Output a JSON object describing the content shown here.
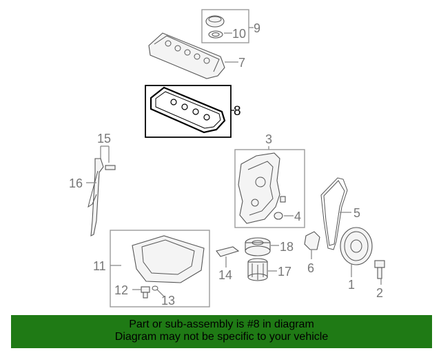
{
  "labels": {
    "p1": "1",
    "p2": "2",
    "p3": "3",
    "p4": "4",
    "p5": "5",
    "p6": "6",
    "p7": "7",
    "p8": "8",
    "p9": "9",
    "p10": "10",
    "p11": "11",
    "p12": "12",
    "p13": "13",
    "p14": "14",
    "p15": "15",
    "p16": "16",
    "p17": "17",
    "p18": "18"
  },
  "banner": {
    "line1": "Part or sub-assembly is #8 in diagram",
    "line2": "Diagram may not be specific to your vehicle"
  },
  "highlight_color": "#1f7a15"
}
